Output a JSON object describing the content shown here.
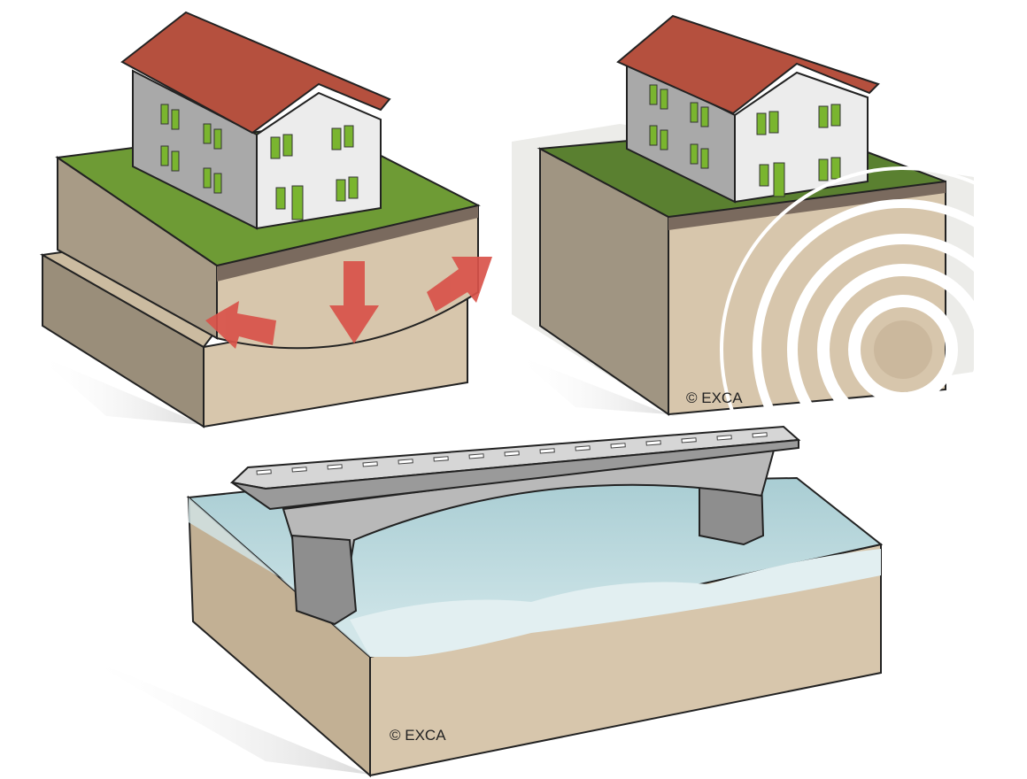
{
  "illustrations": [
    {
      "name": "house-on-subsiding-ground",
      "colors": {
        "roof": "#b5503e",
        "grass": "#6e9b35",
        "soil": "#d7c6ac",
        "arrow": "#d9534a"
      }
    },
    {
      "name": "house-with-ground-vibration",
      "copyright": "© EXCA",
      "colors": {
        "grass": "#5a8030",
        "soil": "#d7c6ac",
        "rings": "#ffffff"
      }
    },
    {
      "name": "bridge-over-river",
      "copyright": "© EXCA",
      "colors": {
        "water": "#bcd9de",
        "concrete": "#a8a8a8",
        "soil": "#d7c6ac"
      }
    }
  ]
}
